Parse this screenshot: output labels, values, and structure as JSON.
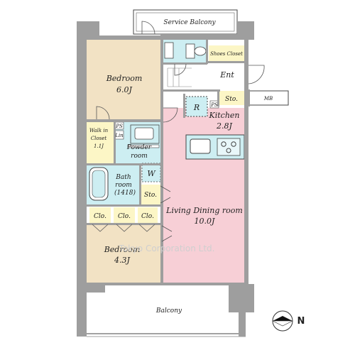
{
  "rooms": {
    "service_balcony": "Service Balcony",
    "bedroom1_name": "Bedroom",
    "bedroom1_size": "6.0J",
    "shoes_closet": "Shoes Closet",
    "entrance": "Ent",
    "storage_entrance": "Sto.",
    "mb": "MB",
    "ps_left": "PS",
    "ps_right": "PS",
    "refrigerator": "R",
    "kitchen_name": "Kitchen",
    "kitchen_size": "2.8J",
    "walk_in_closet_line1": "Walk in",
    "walk_in_closet_line2": "Closet",
    "walk_in_closet_size": "1.1J",
    "linen": "Lin",
    "powder_room_line1": "Powder",
    "powder_room_line2": "room",
    "washer": "W",
    "bath_line1": "Bath",
    "bath_line2": "room",
    "bath_size": "(1418)",
    "storage_bath": "Sto.",
    "closet1": "Clo.",
    "closet2": "Clo.",
    "closet3": "Clo.",
    "living_name": "Living Dining room",
    "living_size": "10.0J",
    "bedroom2_name": "Bedroom",
    "bedroom2_size": "4.3J",
    "balcony": "Balcony"
  },
  "watermark": "Tokyo Corporation Ltd.",
  "compass": {
    "label": "N"
  },
  "colors": {
    "bedroom": "#f2e2c4",
    "living": "#f7cfd6",
    "wet_area": "#cdeef2",
    "storage": "#fcf6c6",
    "entrance": "#ffffff",
    "wall": "#9e9e9e"
  }
}
